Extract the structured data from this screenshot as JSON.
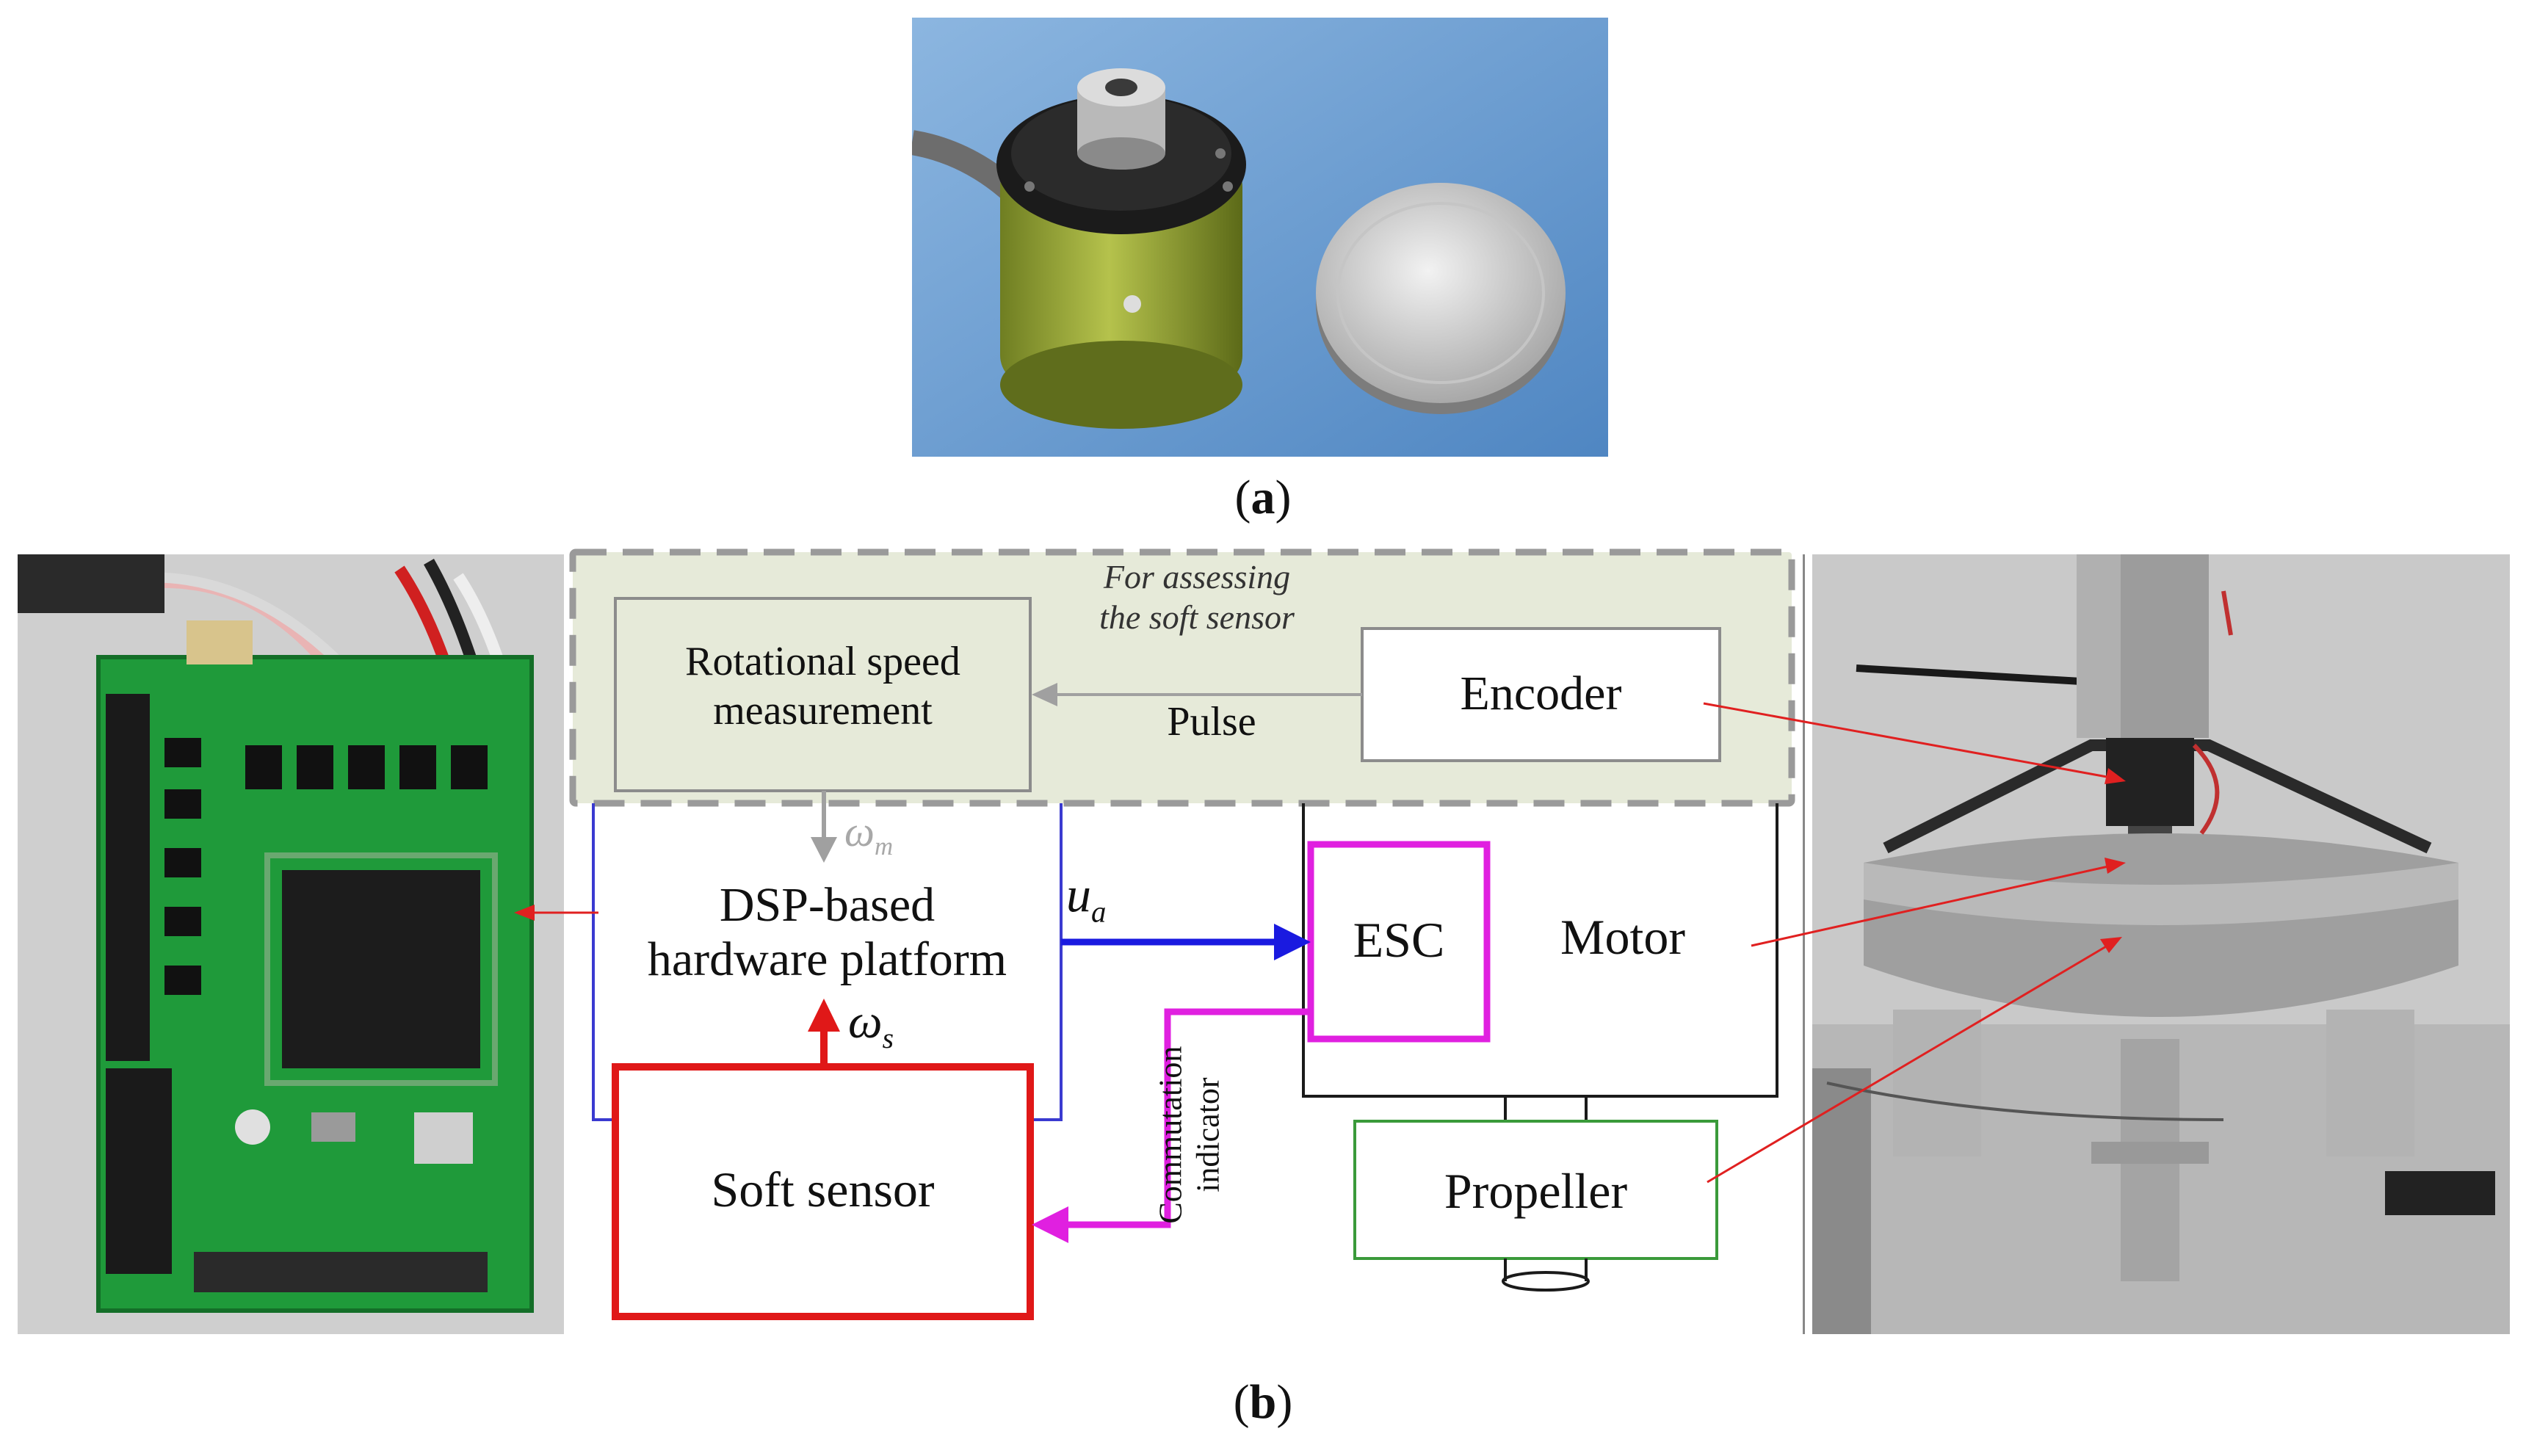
{
  "panel_a": {
    "label_letter": "a"
  },
  "panel_b": {
    "label_letter": "b"
  },
  "diagram": {
    "assessing_line1": "For assessing",
    "assessing_line2": "the soft sensor",
    "rotational_line1": "Rotational speed",
    "rotational_line2": "measurement",
    "encoder": "Encoder",
    "pulse": "Pulse",
    "omega": "ω",
    "omega_m_sub": "m",
    "omega_s_sub": "s",
    "dsp_line1": "DSP-based",
    "dsp_line2": "hardware platform",
    "u": "u",
    "u_sub": "a",
    "esc": "ESC",
    "motor": "Motor",
    "commutation_line1": "Commutation",
    "commutation_line2": "indicator",
    "soft_sensor": "Soft sensor",
    "propeller": "Propeller"
  },
  "colors": {
    "dashed_region_fill": "#e6ead9",
    "dashed_region_border": "#9a9a9a",
    "dsp_box": "#3a3ad0",
    "u_arrow": "#1a1ae0",
    "esc_box": "#e020e0",
    "soft_sensor_box": "#e01818",
    "propeller_box": "#3a9a3a",
    "leader_lines": "#e02020",
    "grey_arrow": "#a0a0a0"
  }
}
